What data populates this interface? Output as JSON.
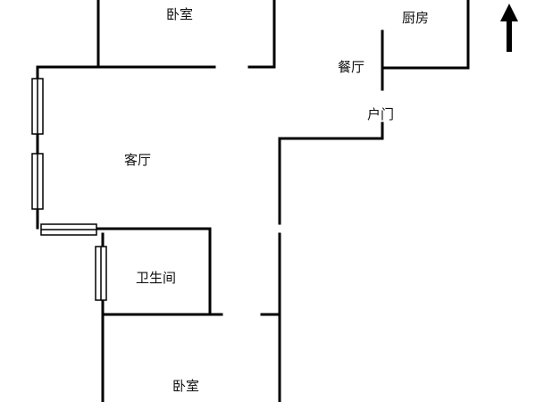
{
  "rooms": {
    "bedroom_top": "卧室",
    "kitchen": "厨房",
    "dining": "餐厅",
    "entrance": "户门",
    "living": "客厅",
    "bathroom": "卫生间",
    "bedroom_bottom": "卧室"
  },
  "compass": {
    "icon": "north-arrow-icon"
  },
  "colors": {
    "wall": "#000000",
    "window_fill": "#ffffff",
    "background": "#ffffff"
  }
}
